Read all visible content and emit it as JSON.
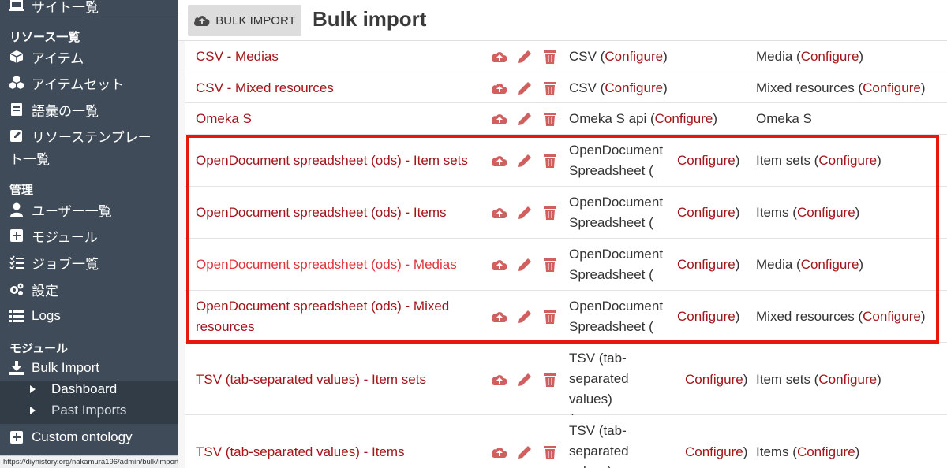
{
  "sidebar": {
    "top_item": "サイト一覧",
    "sections": [
      {
        "heading": "リソース一覧",
        "items": [
          "アイテム",
          "アイテムセット",
          "語彙の一覧",
          "リソーステンプレー",
          "ト一覧"
        ]
      },
      {
        "heading": "管理",
        "items": [
          "ユーザー一覧",
          "モジュール",
          "ジョブ一覧",
          "設定",
          "Logs"
        ]
      },
      {
        "heading": "モジュール",
        "items": [
          "Bulk Import",
          "Dashboard",
          "Past Imports",
          "Custom ontology"
        ]
      }
    ]
  },
  "status_url": "https://diyhistory.org/nakamura196/admin/bulk/importer/4/start",
  "header": {
    "button_label": "BULK IMPORT",
    "title": "Bulk import"
  },
  "rows": [
    {
      "name": "CSV - Medias",
      "reader": "CSV (",
      "reader_cfg": "Configure",
      "reader_close": ")",
      "proc": "Media (",
      "proc_cfg": "Configure",
      "proc_close": ")"
    },
    {
      "name": "CSV - Mixed resources",
      "reader": "CSV (",
      "reader_cfg": "Configure",
      "reader_close": ")",
      "proc": "Mixed resources (",
      "proc_cfg": "Configure",
      "proc_close": ")"
    },
    {
      "name": "Omeka S",
      "reader": "Omeka S api (",
      "reader_cfg": "Configure",
      "reader_close": ")",
      "proc": "Omeka S",
      "proc_cfg": "",
      "proc_close": ""
    },
    {
      "name": "OpenDocument spreadsheet (ods) - Item sets",
      "reader_l1": "OpenDocument",
      "reader_l2": "Spreadsheet (",
      "reader_cfg": "Configure",
      "reader_close": ")",
      "proc": "Item sets (",
      "proc_cfg": "Configure",
      "proc_close": ")"
    },
    {
      "name": "OpenDocument spreadsheet (ods) - Items",
      "reader_l1": "OpenDocument",
      "reader_l2": "Spreadsheet (",
      "reader_cfg": "Configure",
      "reader_close": ")",
      "proc": "Items (",
      "proc_cfg": "Configure",
      "proc_close": ")"
    },
    {
      "name": "OpenDocument spreadsheet (ods) - Medias",
      "reader_l1": "OpenDocument",
      "reader_l2": "Spreadsheet (",
      "reader_cfg": "Configure",
      "reader_close": ")",
      "proc": "Media (",
      "proc_cfg": "Configure",
      "proc_close": ")"
    },
    {
      "name_l1": "OpenDocument spreadsheet (ods) - Mixed",
      "name_l2": "resources",
      "reader_l1": "OpenDocument",
      "reader_l2": "Spreadsheet (",
      "reader_cfg": "Configure",
      "reader_close": ")",
      "proc": "Mixed resources (",
      "proc_cfg": "Configure",
      "proc_close": ")"
    },
    {
      "name": "TSV (tab-separated values) - Item sets",
      "reader_l1": "TSV (tab-",
      "reader_l2": "separated values)",
      "reader_l3": "(",
      "reader_cfg": "Configure",
      "reader_close": ")",
      "proc": "Item sets (",
      "proc_cfg": "Configure",
      "proc_close": ")"
    },
    {
      "name": "TSV (tab-separated values) - Items",
      "reader_l1": "TSV (tab-",
      "reader_l2": "separated values)",
      "reader_cfg": "Configure",
      "reader_close": ")",
      "proc": "Items (",
      "proc_cfg": "Configure",
      "proc_close": ")"
    }
  ],
  "colors": {
    "sidebar_bg": "#3f4b58",
    "link": "#a3151b",
    "link_hover": "#e0353c",
    "icon": "#d0605f",
    "highlight": "#e8170e"
  },
  "icons": {
    "start": "cloud-upload-icon",
    "edit": "pencil-icon",
    "delete": "trash-icon"
  }
}
